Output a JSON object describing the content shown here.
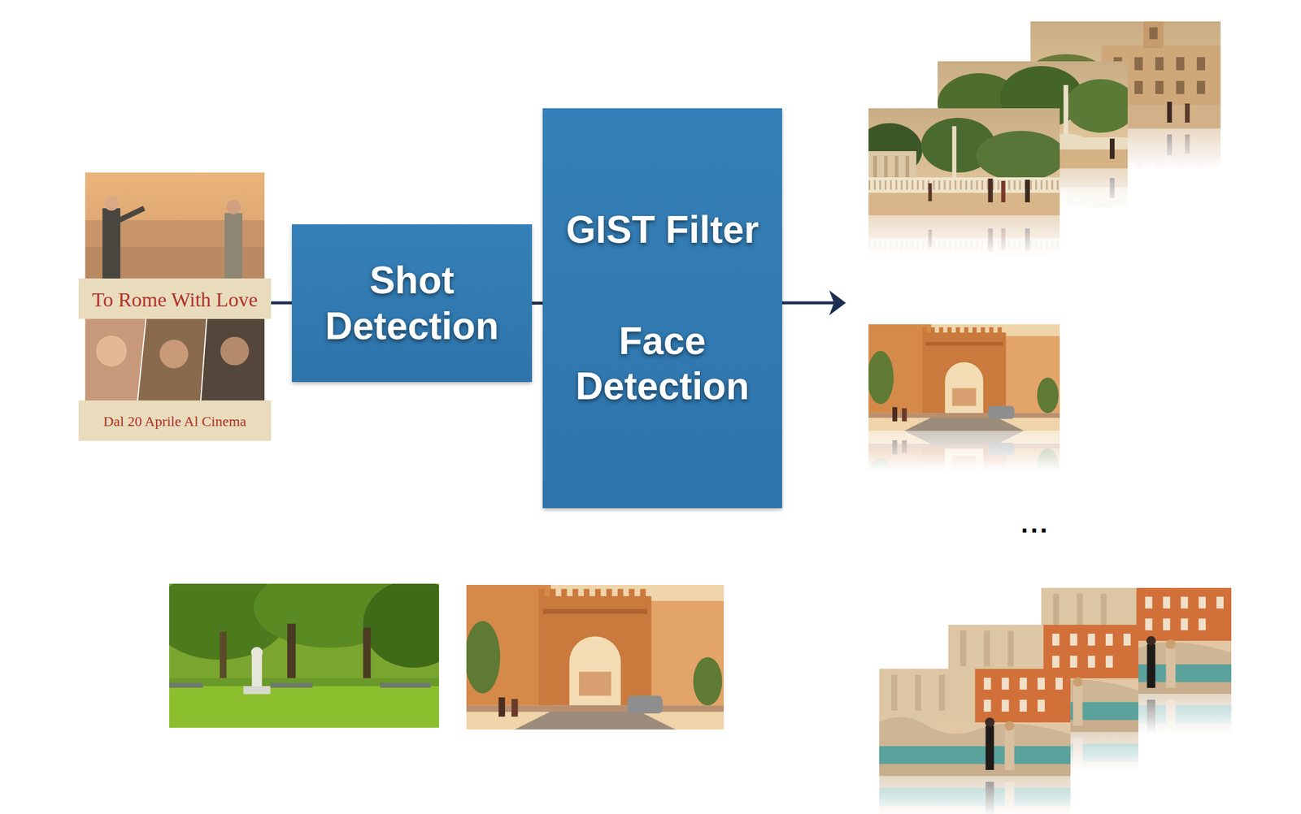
{
  "diagram": {
    "nodes": [
      {
        "text": [
          "Shot Detection"
        ]
      },
      {
        "text": [
          "GIST Filter",
          "Face Detection"
        ]
      }
    ],
    "edges": [
      {
        "from": 0,
        "to": 1,
        "arrow": "none"
      }
    ],
    "labels": [
      "To Rome With Love",
      "Dal 20 Aprile Al Cinema",
      "..."
    ]
  }
}
